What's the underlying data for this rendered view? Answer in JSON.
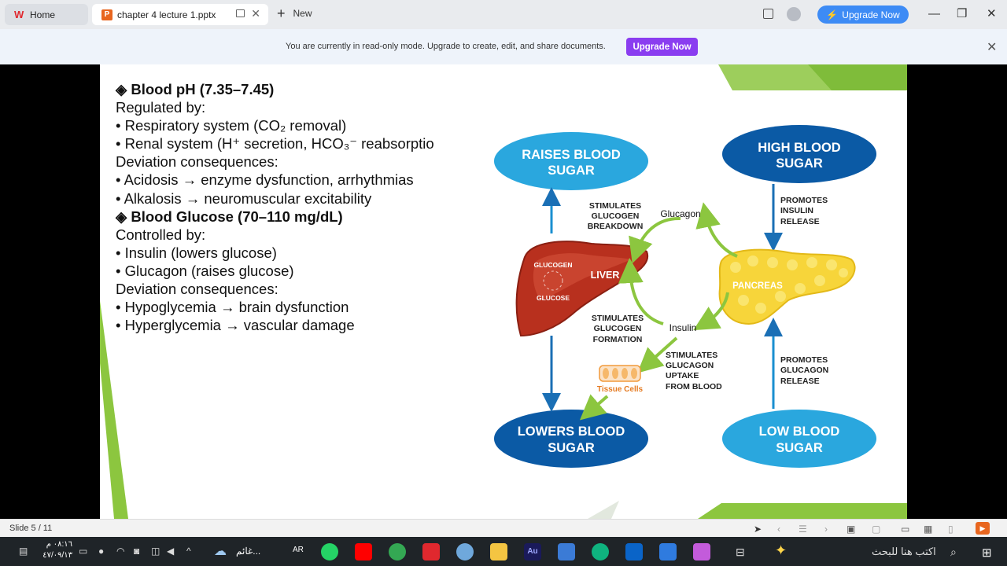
{
  "browser": {
    "tabs": [
      {
        "label": "Home"
      },
      {
        "label": "chapter 4 lecture 1.pptx"
      }
    ],
    "new_tab_label": "New",
    "upgrade_pill": "Upgrade Now"
  },
  "notice": {
    "text": "You are currently in read-only mode. Upgrade to create, edit, and share documents.",
    "button": "Upgrade Now"
  },
  "slide": {
    "lines": [
      {
        "text": "◈ Blood pH (7.35–7.45)",
        "style": "hd"
      },
      {
        "text": "Regulated by:",
        "style": "plain"
      },
      {
        "text": "• Respiratory system (CO₂ removal)",
        "style": "bul"
      },
      {
        "text": "• Renal system (H⁺   secretion, HCO₃⁻   reabsorptio",
        "style": "bul"
      },
      {
        "text": "Deviation consequences:",
        "style": "plain"
      },
      {
        "text": "• Acidosis → enzyme dysfunction, arrhythmias",
        "style": "bul"
      },
      {
        "text": "• Alkalosis → neuromuscular excitability",
        "style": "bul"
      },
      {
        "text": "◈ Blood Glucose (70–110 mg/dL)",
        "style": "hd"
      },
      {
        "text": "Controlled by:",
        "style": "plain"
      },
      {
        "text": "• Insulin (lowers glucose)",
        "style": "bul"
      },
      {
        "text": "• Glucagon (raises glucose)",
        "style": "bul"
      },
      {
        "text": "Deviation consequences:",
        "style": "plain"
      },
      {
        "text": "• Hypoglycemia → brain dysfunction",
        "style": "bul"
      },
      {
        "text": "• Hyperglycemia → vascular damage",
        "style": "bul"
      }
    ],
    "diagram": {
      "raises_1": "RAISES BLOOD",
      "raises_2": "SUGAR",
      "high_1": "HIGH BLOOD",
      "high_2": "SUGAR",
      "lowers_1": "LOWERS BLOOD",
      "lowers_2": "SUGAR",
      "low_1": "LOW BLOOD",
      "low_2": "SUGAR",
      "stim_breakdown": [
        "STIMULATES",
        "GLUCOGEN",
        "BREAKDOWN"
      ],
      "stim_formation": [
        "STIMULATES",
        "GLUCOGEN",
        "FORMATION"
      ],
      "promotes_insulin": [
        "PROMOTES",
        "INSULIN",
        "RELEASE"
      ],
      "promotes_glucagon": [
        "PROMOTES",
        "GLUCAGON",
        "RELEASE"
      ],
      "stim_uptake": [
        "STIMULATES",
        "GLUCAGON",
        "UPTAKE",
        "FROM BLOOD"
      ],
      "glucagon": "Glucagon",
      "insulin": "Insulin",
      "liver": "LIVER",
      "glycogen": "GLUCOGEN",
      "glucose": "GLUCOSE",
      "pancreas": "PANCREAS",
      "tissue": "Tissue Cells"
    }
  },
  "status": {
    "slide_num": "Slide 5 / 11"
  },
  "taskbar": {
    "time": "٠٨:١٦ م",
    "date": "٤٧/٠٩/١٣",
    "weather": "غائم...",
    "lang": "AR",
    "search": "اكتب هنا للبحث"
  }
}
